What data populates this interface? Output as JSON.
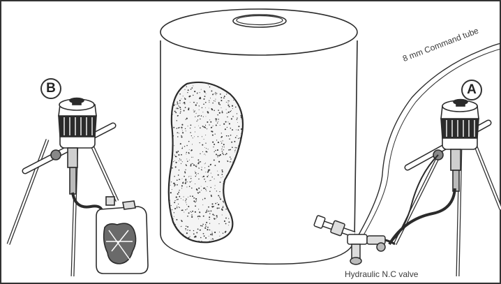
{
  "labels": {
    "injector_b": "B",
    "injector_a": "A",
    "command_tube": "8 mm Command tube",
    "valve": "Hydraulic N.C valve"
  },
  "colors": {
    "line": "#2b2b2b",
    "frame": "#333333",
    "background": "#ffffff",
    "speckle_fill": "#f4f4f4"
  }
}
